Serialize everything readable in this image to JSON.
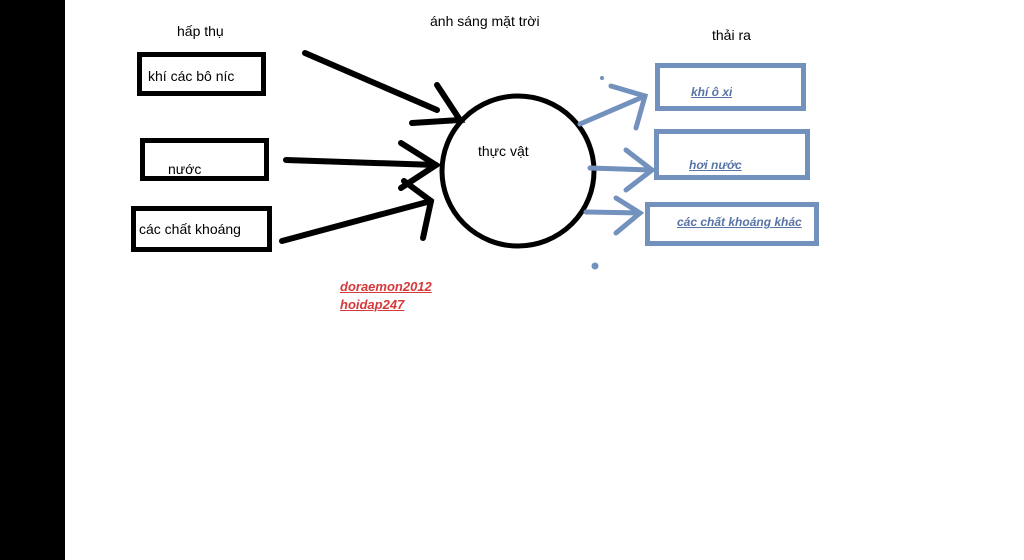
{
  "labels": {
    "absorb": "hấp thụ",
    "sunlight": "ánh sáng mặt trời",
    "release": "thải ra",
    "plant": "thực vật"
  },
  "inputs": [
    {
      "label": "khí các bô níc"
    },
    {
      "label": "nước"
    },
    {
      "label": "các chất khoáng"
    }
  ],
  "outputs": [
    {
      "label": "khí ô xi"
    },
    {
      "label": "hơi nước"
    },
    {
      "label": "các chất khoáng khác"
    }
  ],
  "credits": {
    "line1": "doraemon2012",
    "line2": "hoidap247"
  },
  "colors": {
    "input_stroke": "#000000",
    "output_stroke": "#7391bd",
    "output_text": "#5874a6",
    "credit_text": "#d6393b"
  }
}
